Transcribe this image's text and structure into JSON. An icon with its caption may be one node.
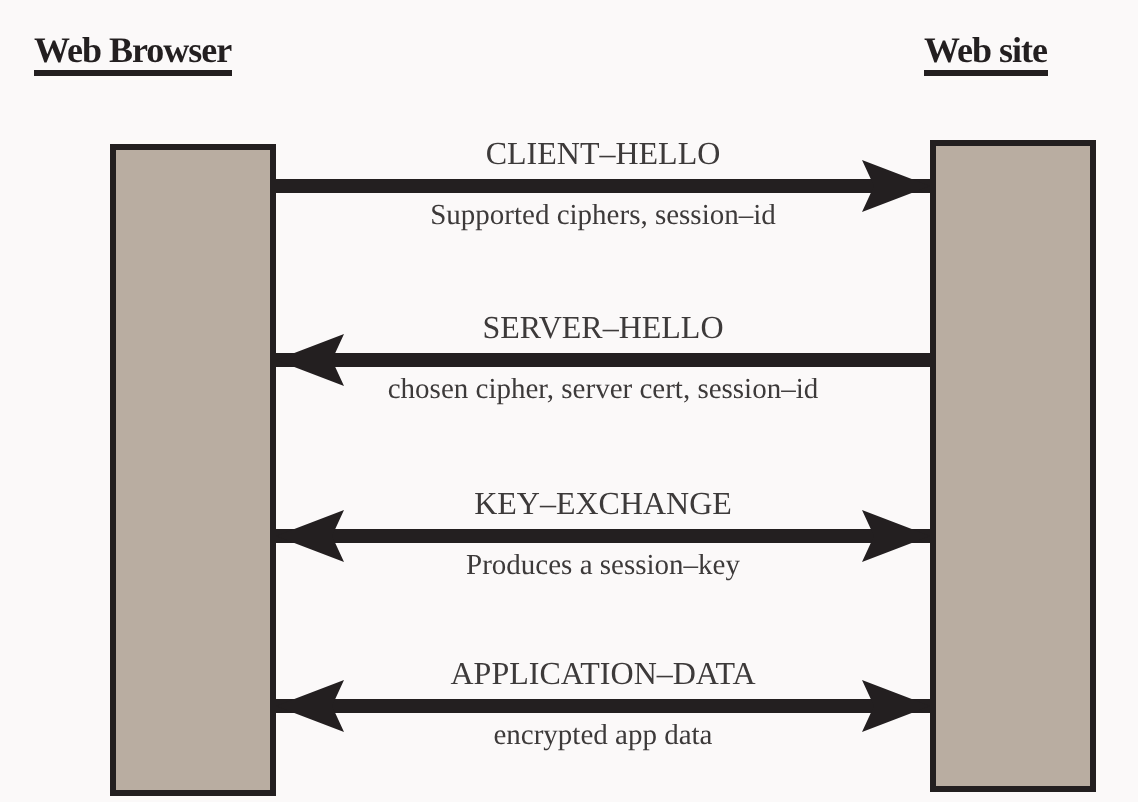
{
  "diagram": {
    "nodes": [
      {
        "text": [
          "Web Browser"
        ]
      },
      {
        "text": [
          "Web site"
        ]
      }
    ],
    "edges": [
      {
        "from": 0,
        "to": 1,
        "arrow": "to",
        "label": "CLIENT–HELLO"
      },
      {
        "from": 1,
        "to": 0,
        "arrow": "to",
        "label": "SERVER–HELLO"
      },
      {
        "from": 0,
        "to": 1,
        "arrow": "both",
        "label": "KEY–EXCHANGE"
      },
      {
        "from": 0,
        "to": 1,
        "arrow": "both",
        "label": "APPLICATION–DATA"
      }
    ],
    "labels": [
      "Supported ciphers,  session–id",
      "chosen cipher, server cert, session–id",
      "Produces a session–key",
      "encrypted app data"
    ]
  }
}
